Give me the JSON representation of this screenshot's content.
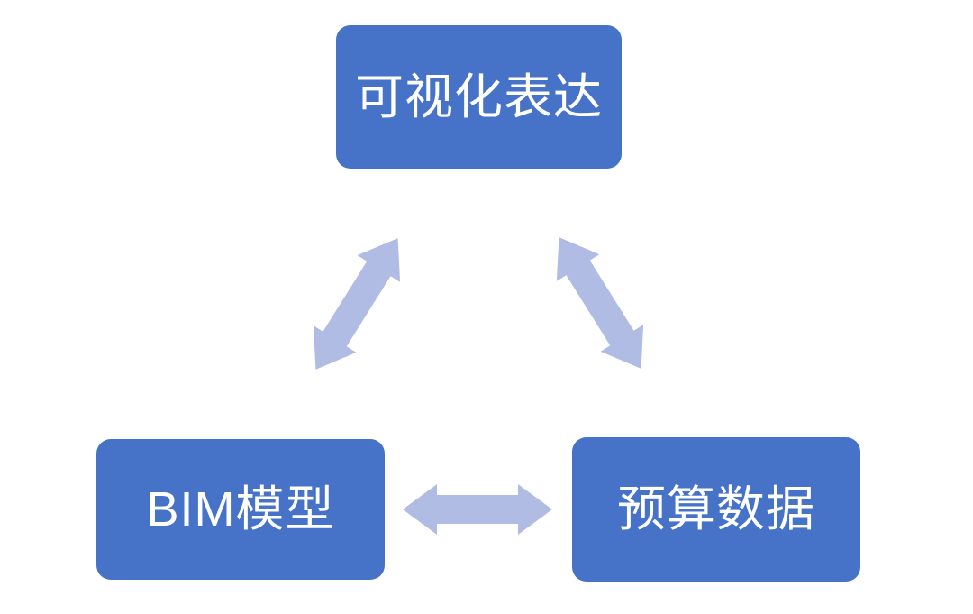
{
  "page": {
    "background": "#ffffff"
  },
  "colors": {
    "node_fill": "#4673c8",
    "node_text": "#ffffff",
    "arrow_fill": "#b0bce3"
  },
  "diagram": {
    "nodes": [
      {
        "id": "visualization",
        "label": "可视化表达"
      },
      {
        "id": "bim-model",
        "label": "BIM模型"
      },
      {
        "id": "budget-data",
        "label": "预算数据"
      }
    ],
    "arrows": [
      {
        "id": "visualization-bim",
        "type": "double-headed",
        "from": "可视化表达",
        "to": "BIM模型"
      },
      {
        "id": "visualization-budget",
        "type": "double-headed",
        "from": "可视化表达",
        "to": "预算数据"
      },
      {
        "id": "bim-budget",
        "type": "double-headed",
        "from": "BIM模型",
        "to": "预算数据"
      }
    ]
  }
}
